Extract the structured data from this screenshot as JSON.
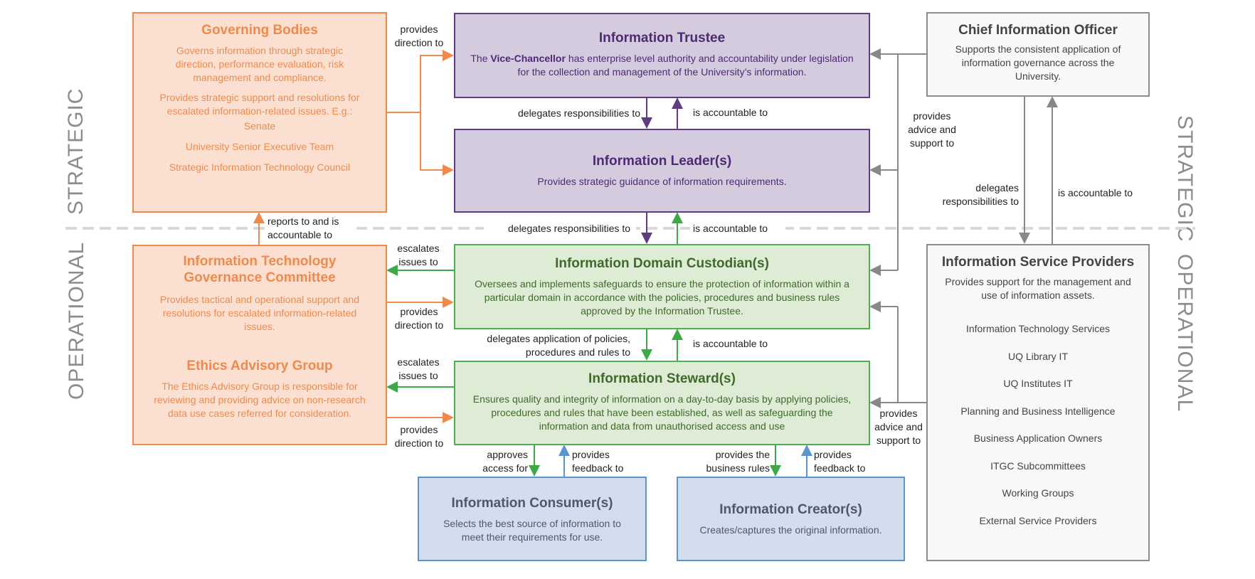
{
  "section_labels": {
    "strategic": "STRATEGIC",
    "operational": "OPERATIONAL"
  },
  "colors": {
    "orange": "#f0894d",
    "purple": "#5e3c82",
    "green": "#4caf50",
    "blue": "#5b95cf",
    "grey": "#8c8c8c",
    "divider": "#d9d9d9"
  },
  "governing_bodies": {
    "title": "Governing Bodies",
    "desc1": "Governs information through strategic direction, performance evaluation, risk management and compliance.",
    "desc2": "Provides strategic support and resolutions for escalated information-related issues. E.g.:",
    "examples": [
      "Senate",
      "University Senior Executive Team",
      "Strategic Information Technology Council"
    ]
  },
  "trustee": {
    "title": "Information Trustee",
    "desc_prefix": "The ",
    "desc_bold": "Vice-Chancellor",
    "desc_suffix": " has enterprise level authority and accountability under legislation for the collection and management of the University’s information."
  },
  "leader": {
    "title": "Information Leader(s)",
    "desc": "Provides strategic guidance of information requirements."
  },
  "cio": {
    "title": "Chief Information Officer",
    "desc": "Supports the consistent application of information governance across the University."
  },
  "itgc": {
    "title": "Information Technology Governance Committee",
    "desc": "Provides tactical and operational support and resolutions for escalated information-related issues."
  },
  "ethics": {
    "title": "Ethics Advisory Group",
    "desc": "The Ethics Advisory Group is responsible for reviewing and providing advice on non-research data use cases referred for consideration."
  },
  "custodian": {
    "title": "Information Domain Custodian(s)",
    "desc": "Oversees and implements safeguards to ensure the protection of information within a particular domain in accordance with the policies, procedures and business rules approved by the Information Trustee."
  },
  "steward": {
    "title": "Information Steward(s)",
    "desc": "Ensures quality and integrity of information on a day-to-day basis by applying policies, procedures and rules that have been established, as well as safeguarding the information and data from unauthorised access and use"
  },
  "consumer": {
    "title": "Information Consumer(s)",
    "desc": "Selects the best source of information to meet their requirements for use."
  },
  "creator": {
    "title": "Information Creator(s)",
    "desc": "Creates/captures the original information."
  },
  "isp": {
    "title": "Information Service Providers",
    "desc": "Provides support for the management and use of information assets.",
    "items": [
      "Information Technology Services",
      "UQ Library IT",
      "UQ Institutes IT",
      "Planning and Business Intelligence",
      "Business Application Owners",
      "ITGC Subcommittees",
      "Working Groups",
      "External Service Providers"
    ]
  },
  "connectors": {
    "gb_provides_direction": "provides direction to",
    "trustee_delegates": "delegates responsibilities to",
    "leader_accountable": "is accountable to",
    "cio_advice": "provides advice and support to",
    "cio_delegates": "delegates responsibilities to",
    "isp_accountable": "is accountable to",
    "itgc_reports": "reports to and is accountable to",
    "leader_delegates": "delegates responsibilities to",
    "custodian_accountable": "is accountable to",
    "custodian_escalates": "escalates issues to",
    "itgc_provides_direction": "provides direction to",
    "custodian_delegates": "delegates application of policies, procedures and rules to",
    "steward_accountable": "is accountable to",
    "steward_escalates": "escalates issues to",
    "ethics_provides_direction": "provides direction to",
    "isp_advice": "provides advice and support to",
    "approves_access": "approves access for",
    "consumer_feedback": "provides feedback to",
    "business_rules": "provides the business rules",
    "creator_feedback": "provides feedback to"
  }
}
